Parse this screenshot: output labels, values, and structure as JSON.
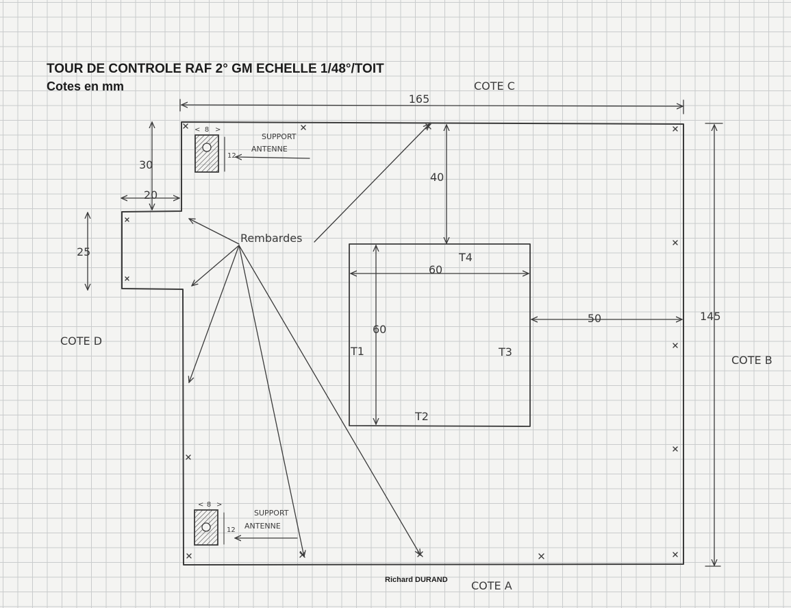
{
  "header": {
    "title": "TOUR DE CONTROLE RAF 2° GM ECHELLE 1/48°/TOIT",
    "subtitle": "Cotes en mm"
  },
  "footer": {
    "author": "Richard DURAND"
  },
  "sides": {
    "a": "COTE A",
    "b": "COTE B",
    "c": "COTE C",
    "d": "COTE D"
  },
  "dimensions": {
    "width": "165",
    "height": "145",
    "notch_depth": "20",
    "notch_offset": "30",
    "notch_height": "25",
    "hatch_to_top": "40",
    "hatch_width": "60",
    "hatch_height": "60",
    "hatch_to_right": "50"
  },
  "hatch_sides": {
    "t1": "T1",
    "t2": "T2",
    "t3": "T3",
    "t4": "T4"
  },
  "antenna_support": {
    "label_line1": "SUPPORT",
    "label_line2": "ANTENNE",
    "width": "8",
    "height": "12"
  },
  "railings_label": "Rembardes",
  "colors": {
    "ink": "#3a3a3a",
    "print": "#1c1c1c",
    "grid": "#c9cbcc",
    "paper": "#f4f4f2"
  }
}
